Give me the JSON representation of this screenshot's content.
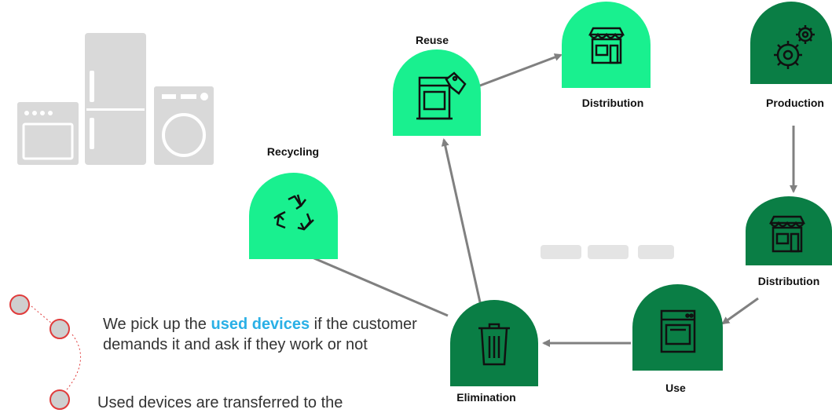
{
  "diagram": {
    "nodes": [
      {
        "id": "reuse",
        "label": "Reuse",
        "icon": "oven-tag-icon",
        "color": "#19f08f"
      },
      {
        "id": "distribution-top",
        "label": "Distribution",
        "icon": "store-icon",
        "color": "#19f08f"
      },
      {
        "id": "production",
        "label": "Production",
        "icon": "gears-icon",
        "color": "#0a7e45"
      },
      {
        "id": "recycling",
        "label": "Recycling",
        "icon": "recycle-icon",
        "color": "#19f08f"
      },
      {
        "id": "distribution-right",
        "label": "Distribution",
        "icon": "store-icon",
        "color": "#0a7e45"
      },
      {
        "id": "use",
        "label": "Use",
        "icon": "oven-icon",
        "color": "#0a7e45"
      },
      {
        "id": "elimination",
        "label": "Elimination",
        "icon": "trash-icon",
        "color": "#0a7e45"
      }
    ],
    "edges": [
      [
        "reuse",
        "distribution-top"
      ],
      [
        "production",
        "distribution-right"
      ],
      [
        "distribution-right",
        "use"
      ],
      [
        "use",
        "elimination"
      ],
      [
        "elimination",
        "reuse"
      ],
      [
        "elimination",
        "recycling"
      ]
    ]
  },
  "text": {
    "p1_before": "We pick up the ",
    "p1_highlight": "used devices",
    "p1_after": " if the customer demands it and ask if they work or not",
    "p2": "Used devices are transferred to the"
  },
  "colors": {
    "light_green": "#19f08f",
    "dark_green": "#0a7e45",
    "arrow": "#808080",
    "highlight": "#2ab0e6",
    "bullet_border": "#e03b3b"
  }
}
